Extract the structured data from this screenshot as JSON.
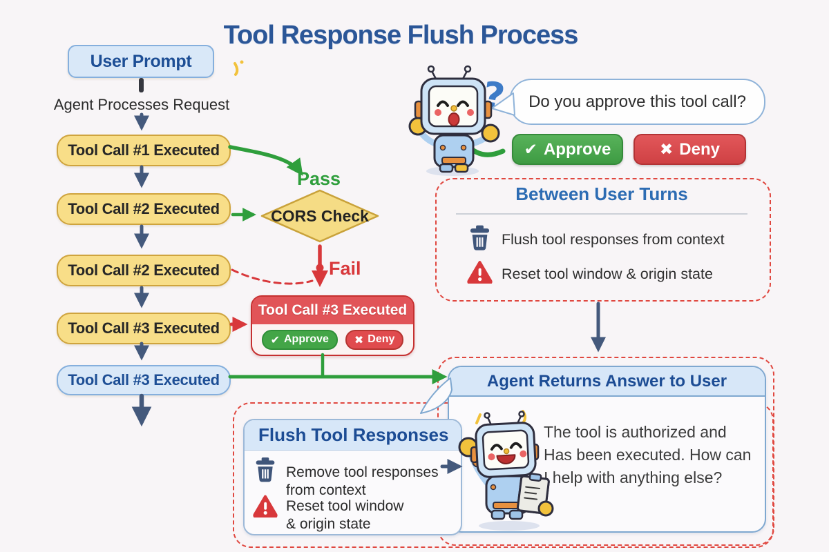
{
  "title": "Tool Response Flush Process",
  "left_flow": {
    "user_prompt": "User Prompt",
    "process_label": "Agent Processes Request",
    "steps": [
      "Tool Call #1 Executed",
      "Tool Call #2 Executed",
      "Tool Call #2 Executed",
      "Tool Call #3 Executed"
    ],
    "final_step": "Tool Call #3 Executed"
  },
  "cors": {
    "label": "CORS Check",
    "pass_label": "Pass",
    "fail_label": "Fail"
  },
  "approval_card": {
    "title": "Tool Call #3 Executed",
    "approve_label": "Approve",
    "deny_label": "Deny",
    "check_glyph": "✔",
    "x_glyph": "✖"
  },
  "approval_prompt": {
    "question": "Do you approve this tool call?",
    "question_mark": "?",
    "approve_label": "Approve",
    "deny_label": "Deny",
    "check_glyph": "✔",
    "x_glyph": "✖"
  },
  "between_turns": {
    "title": "Between User Turns",
    "items": [
      {
        "icon": "trash-icon",
        "text": "Flush tool responses from context"
      },
      {
        "icon": "warning-icon",
        "text": "Reset tool window & origin state"
      }
    ]
  },
  "agent_answer": {
    "header": "Agent Returns Answer to User",
    "message_lines": [
      "The tool is authorized and",
      "Has been executed. How can",
      "I help with anything else?"
    ]
  },
  "flush_panel": {
    "title": "Flush Tool Responses",
    "items": [
      {
        "icon": "trash-icon",
        "lines": [
          "Remove tool responses",
          "from context"
        ]
      },
      {
        "icon": "warning-icon",
        "lines": [
          "Reset tool window",
          "& origin state"
        ]
      }
    ]
  },
  "colors": {
    "background": "#f8f5f7",
    "title_blue": "#2b5697",
    "box_yellow": "#f8de88",
    "yellow_border": "#cfa43e",
    "box_blue": "#d9e8f8",
    "blue_border": "#85afdd",
    "blue_text": "#1d4e95",
    "arrow_steel": "#44597c",
    "green": "#2f9e3c",
    "red": "#d8383b",
    "card_red": "#e15458",
    "approve_green": "#43a547",
    "deny_red": "#e04b4e",
    "dashed_red": "#e0473f"
  }
}
